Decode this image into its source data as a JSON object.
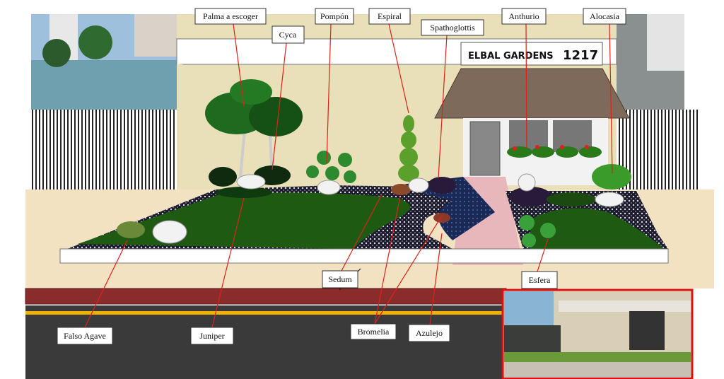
{
  "building": {
    "sign_name": "ELBAL GARDENS",
    "sign_number": "1217"
  },
  "labels": {
    "palma": "Palma a escoger",
    "cyca": "Cyca",
    "pompon": "Pompón",
    "espiral": "Espiral",
    "spathoglottis": "Spathoglottis",
    "anthurio": "Anthurio",
    "alocasia": "Alocasia",
    "sedum": "Sedum",
    "esfera": "Esfera",
    "falso_agave": "Falso Agave",
    "juniper": "Juniper",
    "bromelia": "Bromelia",
    "azulejo": "Azulejo"
  },
  "colors": {
    "pointer": "#e0201a",
    "lawn": "#1f5a12",
    "curb": "#8b2c2c",
    "inset_border": "#e01010"
  }
}
